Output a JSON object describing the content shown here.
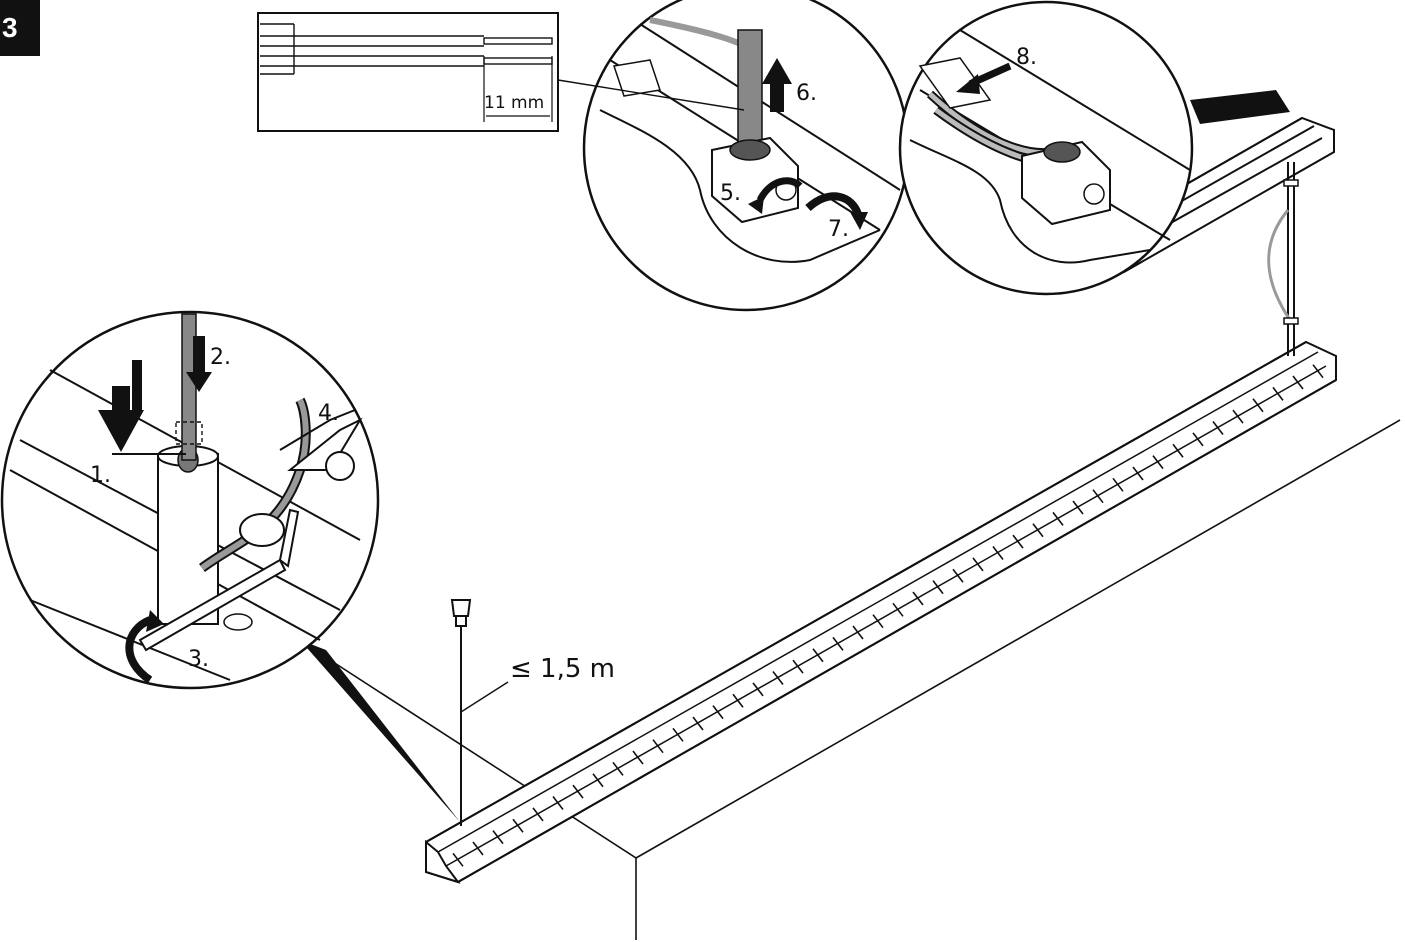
{
  "step_number": "3",
  "callouts": {
    "step1": "1.",
    "step2": "2.",
    "step3": "3.",
    "step4": "4.",
    "step5": "5.",
    "step6": "6.",
    "step7": "7.",
    "step8": "8."
  },
  "strip_length_label": "11 mm",
  "max_distance_label": "≤ 1,5 m"
}
